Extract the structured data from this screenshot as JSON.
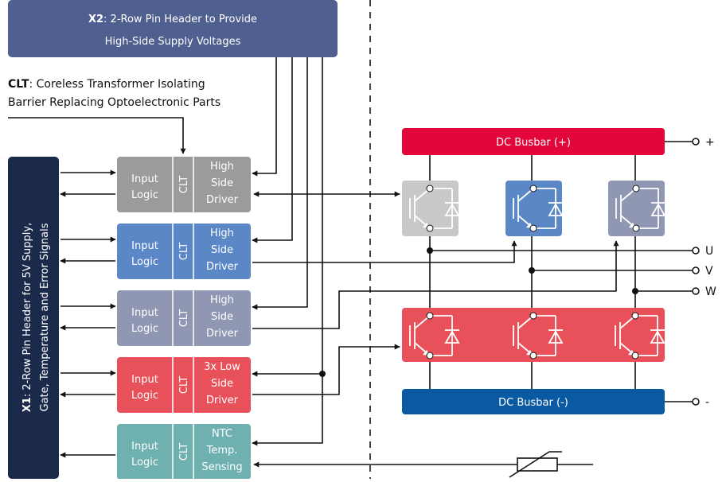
{
  "x2": {
    "bold": "X2",
    "rest": ": 2-Row Pin Header to Provide",
    "line2": "High-Side Supply Voltages"
  },
  "clt_note": {
    "bold": "CLT",
    "rest": ": Coreless Transformer Isolating",
    "line2": "Barrier Replacing Optoelectronic Parts"
  },
  "x1": {
    "bold": "X1",
    "rest": ": 2-Row Pin Header for 5V Supply,",
    "line2": "Gate, Temperature and Error Signals"
  },
  "drivers": [
    {
      "left": [
        "Input",
        "Logic"
      ],
      "mid": "CLT",
      "right": [
        "High",
        "Side",
        "Driver"
      ],
      "color": "#9b9b9b"
    },
    {
      "left": [
        "Input",
        "Logic"
      ],
      "mid": "CLT",
      "right": [
        "High",
        "Side",
        "Driver"
      ],
      "color": "#5b87c7"
    },
    {
      "left": [
        "Input",
        "Logic"
      ],
      "mid": "CLT",
      "right": [
        "High",
        "Side",
        "Driver"
      ],
      "color": "#9097b3"
    },
    {
      "left": [
        "Input",
        "Logic"
      ],
      "mid": "CLT",
      "right": [
        "3x Low",
        "Side",
        "Driver"
      ],
      "color": "#e8515a"
    },
    {
      "left": [
        "Input",
        "Logic"
      ],
      "mid": "CLT",
      "right": [
        "NTC",
        "Temp.",
        "Sensing"
      ],
      "color": "#6fb0b0"
    }
  ],
  "busbar_pos": {
    "label": "DC Busbar (+)",
    "terminal": "+",
    "color": "#e3063a"
  },
  "busbar_neg": {
    "label": "DC Busbar (-)",
    "terminal": "-",
    "color": "#0a5aa3"
  },
  "phases": [
    "U",
    "V",
    "W"
  ],
  "colors": {
    "header": "#4f5f8f",
    "x1": "#1b2a4a",
    "igbt_grey": "#c8c8c8",
    "igbt_blue": "#5b87c7",
    "igbt_lilac": "#9097b3",
    "low_side": "#e8515a"
  }
}
